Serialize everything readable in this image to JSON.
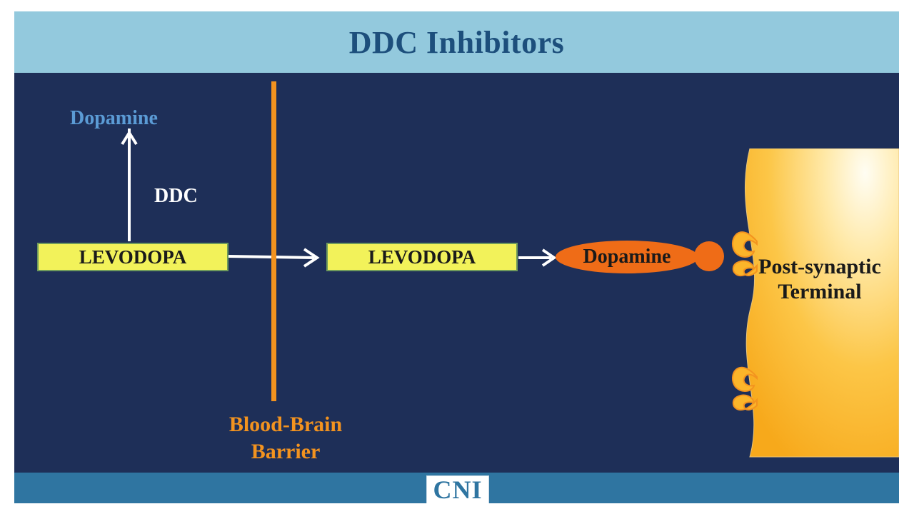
{
  "title": "DDC Inhibitors",
  "diagram": {
    "dopamine_top": "Dopamine",
    "enzyme_label": "DDC",
    "levodopa_left": "LEVODOPA",
    "levodopa_right": "LEVODOPA",
    "dopamine_molecule": "Dopamine",
    "barrier_label": "Blood-Brain Barrier",
    "terminal_label": "Post-synaptic Terminal"
  },
  "footer": {
    "logo_text": "CNI"
  },
  "colors": {
    "title_bar": "#93c9dd",
    "title_text": "#1d4f7c",
    "background": "#1e2f58",
    "footer": "#2f75a1",
    "levodopa_box": "#f2f25a",
    "barrier": "#f3931f",
    "dopamine_molecule": "#ef6c17",
    "dopamine_label": "#5b9bd5",
    "terminal": "#fbb52a"
  }
}
